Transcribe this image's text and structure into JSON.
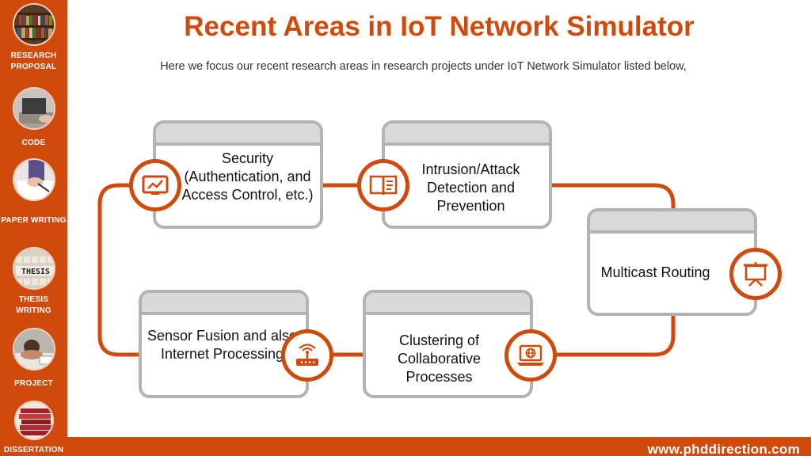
{
  "title": "Recent Areas in IoT Network Simulator",
  "subtitle": "Here we focus our recent research areas in research projects under IoT Network Simulator listed below,",
  "sidebar": {
    "items": [
      {
        "label": "RESEARCH PROPOSAL",
        "icon": "bookshelf-photo"
      },
      {
        "label": "CODE",
        "icon": "laptop-photo"
      },
      {
        "label": "PAPER WRITING",
        "icon": "writing-hand-photo"
      },
      {
        "label": "THESIS WRITING",
        "icon": "thesis-letters-photo"
      },
      {
        "label": "PROJECT",
        "icon": "student-desk-photo"
      },
      {
        "label": "DISSERTATION",
        "icon": "book-stack-photo"
      }
    ]
  },
  "cards": [
    {
      "text": "Security (Authentication, and Access Control, etc.)",
      "icon": "monitor-chart-icon"
    },
    {
      "text": "Intrusion/Attack Detection and Prevention",
      "icon": "open-book-icon"
    },
    {
      "text": "Multicast Routing",
      "icon": "presentation-board-icon"
    },
    {
      "text": "Clustering of Collaborative Processes",
      "icon": "laptop-globe-icon"
    },
    {
      "text": "Sensor Fusion and also Internet Processing",
      "icon": "wifi-router-icon"
    }
  ],
  "footer": {
    "url": "www.phddirection.com"
  },
  "colors": {
    "accent": "#d04a0c",
    "card_border": "#b3b3b3",
    "card_header": "#d9d9d9"
  }
}
